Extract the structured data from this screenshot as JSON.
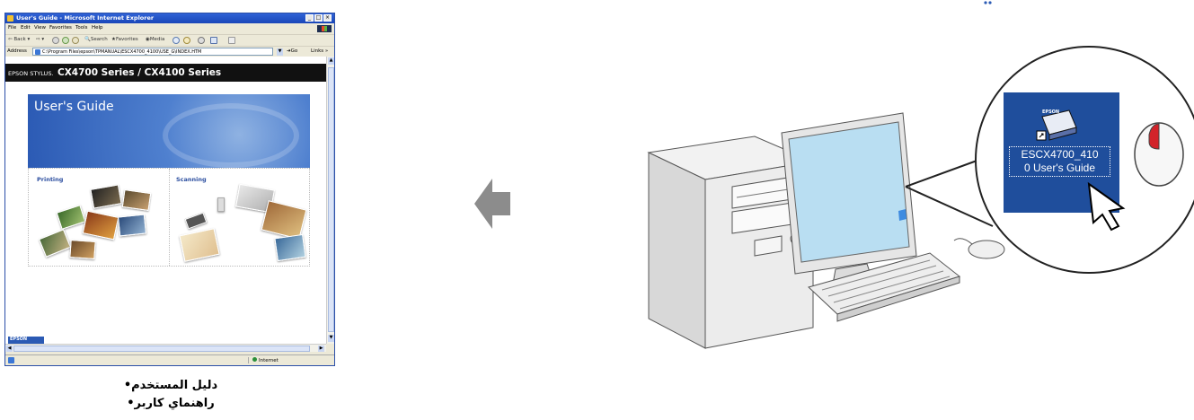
{
  "browser": {
    "title": "User's Guide - Microsoft Internet Explorer",
    "menu": [
      "File",
      "Edit",
      "View",
      "Favorites",
      "Tools",
      "Help"
    ],
    "toolbar": {
      "back": "Back",
      "search": "Search",
      "favorites": "Favorites",
      "media": "Media"
    },
    "address_label": "Address",
    "address_url": "C:\\Program Files\\epson\\TPMANUAL\\ESCX4700_4100\\USE_G\\INDEX.HTM",
    "go_label": "Go",
    "links_label": "Links »",
    "status_zone": "Internet"
  },
  "page": {
    "brand": "EPSON STYLUS.",
    "model": "CX4700 Series / CX4100 Series",
    "guide_title": "User's Guide",
    "sections": [
      "Printing",
      "Scanning"
    ],
    "footer_logo": "EPSON"
  },
  "captions": {
    "line1": "دليل المستخدم•",
    "line2": "راهنماي كاربر•"
  },
  "desktop_icon": {
    "brand": "EPSON",
    "label": "ESCX4700_4100 User's Guide",
    "label_line1": "ESCX4700_410",
    "label_line2": "0 User's Guide"
  },
  "colors": {
    "desktop_blue": "#1f4e9c",
    "header_blue": "#2b5ab4",
    "arrow_gray": "#8c8c8c",
    "mouse_button_red": "#d2232a"
  }
}
